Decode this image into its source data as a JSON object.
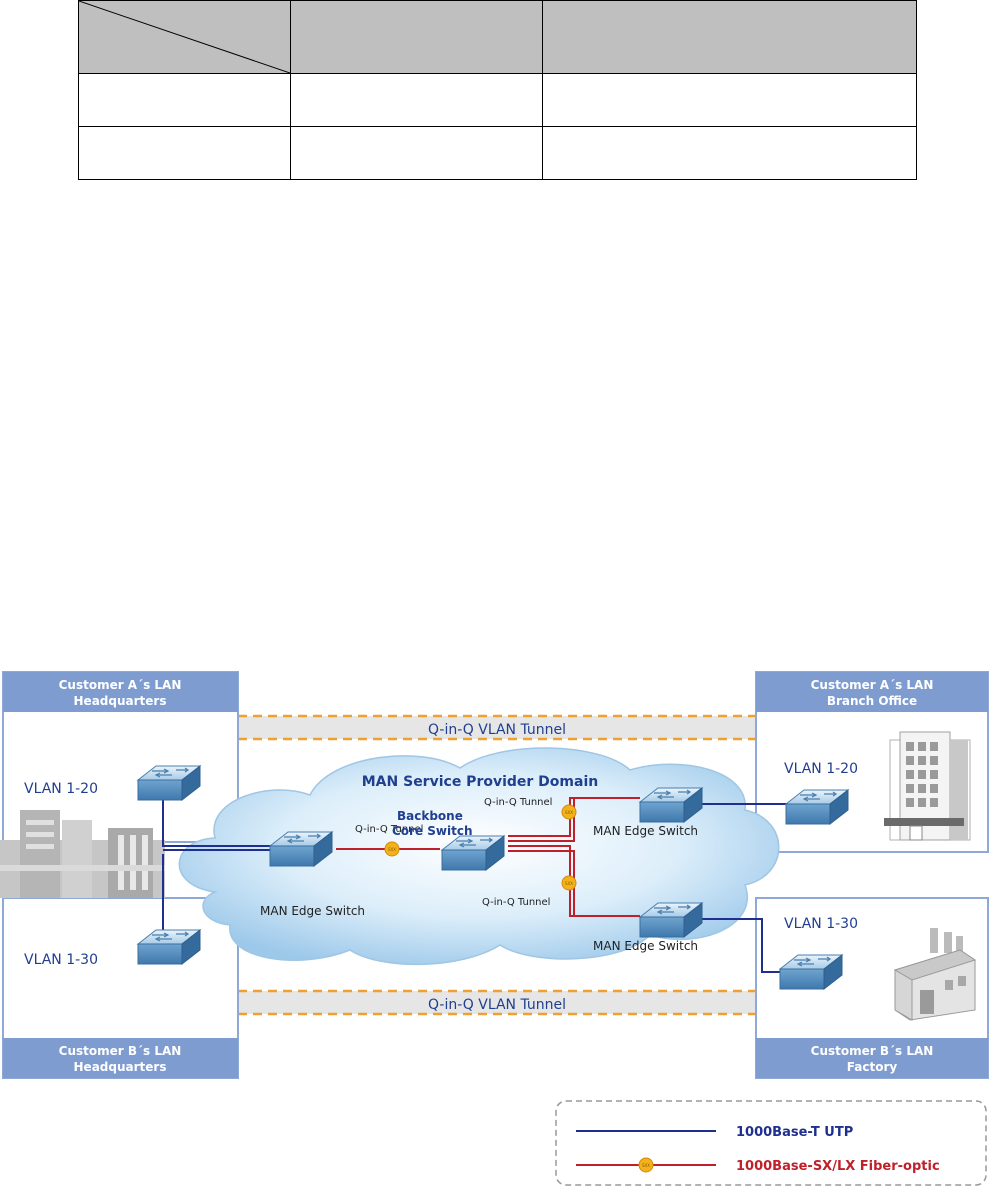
{
  "table": {
    "header": [
      "",
      "",
      ""
    ],
    "rows": [
      [
        "",
        "",
        ""
      ],
      [
        "",
        "",
        ""
      ]
    ]
  },
  "diagram": {
    "panels": {
      "a_hq_title": [
        "Customer A´s LAN",
        "Headquarters"
      ],
      "b_hq_title": [
        "Customer B´s LAN",
        "Headquarters"
      ],
      "a_branch_title": [
        "Customer A´s LAN",
        "Branch Office"
      ],
      "b_factory_title": [
        "Customer B´s LAN",
        "Factory"
      ]
    },
    "vlans": {
      "a_hq": "VLAN 1-20",
      "b_hq": "VLAN 1-30",
      "a_branch": "VLAN 1-20",
      "b_factory": "VLAN 1-30"
    },
    "tunnel_top": "Q-in-Q VLAN Tunnel",
    "tunnel_bottom": "Q-in-Q VLAN Tunnel",
    "cloud_title": "MAN Service Provider Domain",
    "core_switch": [
      "Backbone",
      "Core Switch"
    ],
    "qinq_label": "Q-in-Q Tunnel",
    "edge_switch": "MAN Edge Switch",
    "legend": {
      "utp": "1000Base-T UTP",
      "fiber": "1000Base-SX/LX Fiber-optic"
    },
    "colors": {
      "utp": "#1f2f8f",
      "fiber": "#c0202a",
      "panel_header": "#7e9cd0",
      "title_blue": "#1f3f8f"
    }
  }
}
